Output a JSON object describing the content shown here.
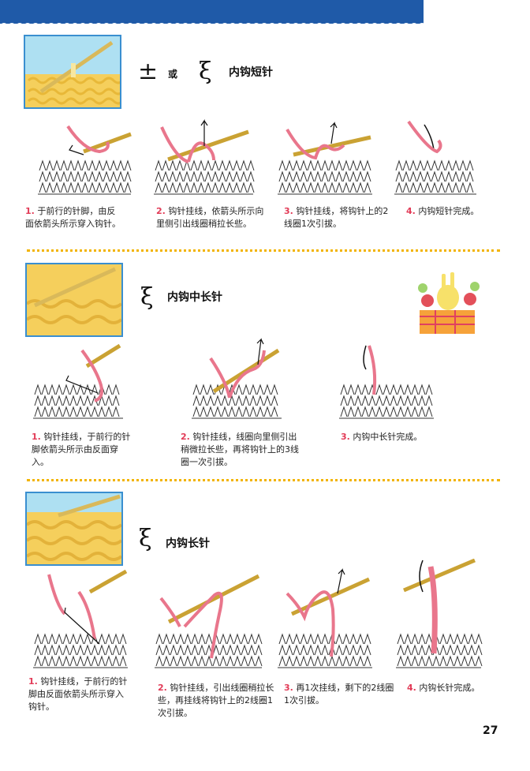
{
  "page_number": "27",
  "sections": [
    {
      "symbols": [
        "±",
        "ξ"
      ],
      "connector": "或",
      "title": "内钩短针",
      "steps": [
        {
          "num": "1.",
          "text": "于前行的针脚，由反面依箭头所示穿入钩针。"
        },
        {
          "num": "2.",
          "text": "钩针挂线，依箭头所示向里侧引出线圈稍拉长些。"
        },
        {
          "num": "3.",
          "text": "钩针挂线，将钩针上的2线圈1次引拔。"
        },
        {
          "num": "4.",
          "text": "内钩短针完成。"
        }
      ]
    },
    {
      "symbols": [
        "ξ"
      ],
      "title": "内钩中长针",
      "steps": [
        {
          "num": "1.",
          "text": "钩针挂线，于前行的针脚依箭头所示由反面穿入。"
        },
        {
          "num": "2.",
          "text": "钩针挂线，线圈向里侧引出稍微拉长些，再将钩针上的3线圈一次引拔。"
        },
        {
          "num": "3.",
          "text": "内钩中长针完成。"
        }
      ]
    },
    {
      "symbols": [
        "ξ"
      ],
      "title": "内钩长针",
      "steps": [
        {
          "num": "1.",
          "text": "钩针挂线，于前行的针脚由反面依箭头所示穿入钩针。"
        },
        {
          "num": "2.",
          "text": "钩针挂线，引出线圈稍拉长些，再挂线将钩针上的2线圈1次引拔。"
        },
        {
          "num": "3.",
          "text": "再1次挂线，剩下的2线圈1次引拔。"
        },
        {
          "num": "4.",
          "text": "内钩长针完成。"
        }
      ]
    }
  ],
  "colors": {
    "header": "#1f5aa8",
    "photo_border": "#3a8fd0",
    "dots": "#f2b400",
    "step_number": "#e23b57",
    "yarn": "#e9768c",
    "yarn_photo": "#f7d36a"
  }
}
